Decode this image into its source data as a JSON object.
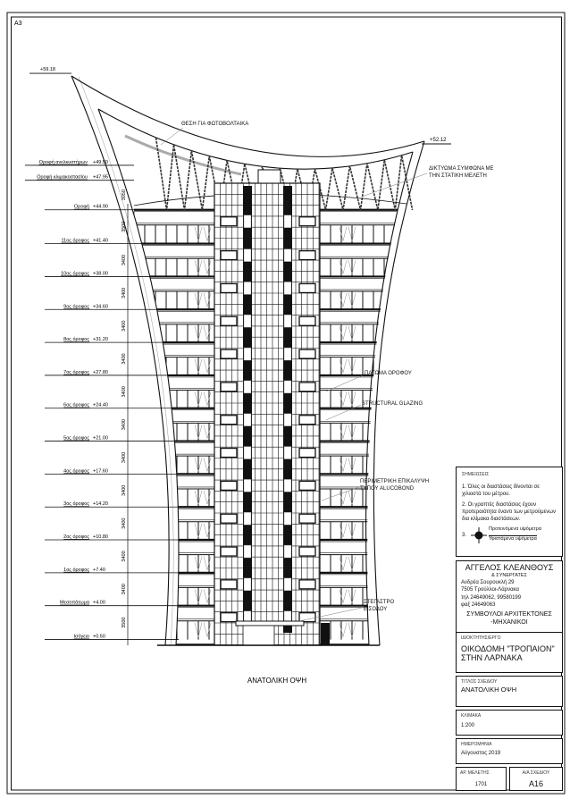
{
  "sheet": {
    "size": "A3"
  },
  "levels": [
    {
      "name": "",
      "value": "+59.18"
    },
    {
      "name": "Οροφή ανελκυστήρων",
      "value": "+49.50"
    },
    {
      "name": "Οροφή κλιμακοστασίου",
      "value": "+47.95"
    },
    {
      "name": "Οροφή",
      "value": "+44.90",
      "dim": "3050"
    },
    {
      "name": "11ος όροφος",
      "value": "+41.40",
      "dim": "3500"
    },
    {
      "name": "10ος όροφος",
      "value": "+38.00",
      "dim": "3400"
    },
    {
      "name": "9ος όροφος",
      "value": "+34.60",
      "dim": "3400"
    },
    {
      "name": "8ος όροφος",
      "value": "+31.20",
      "dim": "3400"
    },
    {
      "name": "7ος όροφος",
      "value": "+27.80",
      "dim": "3400"
    },
    {
      "name": "6ος όροφος",
      "value": "+24.40",
      "dim": "3400"
    },
    {
      "name": "5ος όροφος",
      "value": "+21.00",
      "dim": "3400"
    },
    {
      "name": "4ος όροφος",
      "value": "+17.60",
      "dim": "3400"
    },
    {
      "name": "3ος όροφος",
      "value": "+14.20",
      "dim": "3400"
    },
    {
      "name": "2ος όροφος",
      "value": "+10.80",
      "dim": "3400"
    },
    {
      "name": "1ος όροφος",
      "value": "+7.40",
      "dim": "3400"
    },
    {
      "name": "Μεσοπάτωμα",
      "value": "+4.00",
      "dim": "3400"
    },
    {
      "name": "Ισόγειο",
      "value": "+0.50",
      "dim": "3500"
    }
  ],
  "right_level": "+52.12",
  "annotations": {
    "photovoltaics": "ΘΕΣΗ ΓΙΑ ΦΩΤΟΒΟΛΤΑΙΚΑ",
    "truss_1": "ΔΙΚΤΥΩΜΑ ΣΥΜΦΩΝΑ ΜΕ",
    "truss_2": "ΤΗΝ ΣΤΑΤΙΚΗ ΜΕΛΕΤΗ",
    "roof_slab": "ΠΑΤΩΜΑ ΟΡΟΦΟΥ",
    "glazing": "STRUCTURAL GLAZING",
    "cladding_1": "ΠΕΡΙΜΕΤΡΙΚΗ ΕΠΙΚΑΛΥΨΗ",
    "cladding_2": "ΤΥΠΟΥ ALUCOBOND",
    "canopy_1": "ΣΤΕΓΑΣΤΡΟ",
    "canopy_2": "ΕΙΣΟΔΟΥ"
  },
  "drawing_title": "ΑΝΑΤΟΛΙΚΗ ΟΨΗ",
  "title_block": {
    "notes_title": "ΣΗΜΕΙΩΣΕΙΣ",
    "note_1": "1. Όλες οι διαστάσεις δίνονται σε χιλιοστά του μέτρου.",
    "note_2": "2. Οι γραπτές διαστάσεις έχουν προτεραιότητα έναντι των μετρούμενων δια κλίμακα διαστάσεων.",
    "note_3_num": "3.",
    "note_3_proposed": "Προτεινόμενα υψόμετρα",
    "note_3_existing": "Υφιστάμενα υψόμετρα",
    "firm_name": "ΑΓΓΕΛΟΣ ΚΛΕΑΝΘΟΥΣ",
    "firm_sub": "& ΣΥΝΕΡΓΑΤΕΣ",
    "address_1": "Ανδρέα Σουρουκλή 29",
    "address_2": "7505 Τρούλλοι-Λάρνακα",
    "phone": "τηλ 24649062, 99580199",
    "fax": "φαξ 24649063",
    "firm_role_1": "ΣΥΜΒΟΥΛΟΙ ΑΡΧΙΤΕΚΤΟΝΕΣ",
    "firm_role_2": "-ΜΗΧΑΝΙΚΟΙ",
    "owner_caption": "ΙΔΙΟΚΤΗΤΗΣ/ΕΡΓΟ",
    "project_1": "ΟΙΚΟΔΟΜΗ \"ΤΡΟΠΑΙΟΝ\"",
    "project_2": "ΣΤΗΝ ΛΑΡΝΑΚΑ",
    "title_caption": "ΤΙΤΛΟΣ ΣΧΕΔΙΟΥ",
    "title_value": "ΑΝΑΤΟΛΙΚΗ ΟΨΗ",
    "scale_caption": "ΚΛΙΜΑΚΑ",
    "scale_value": "1:200",
    "date_caption": "ΗΜΕΡΟΜΗΝΙΑ",
    "date_value": "Αύγουστος 2019",
    "study_caption": "ΑΡ. ΜΕΛΕΤΗΣ",
    "study_value": "1701",
    "sheet_caption": "Α/Α ΣΧΕΔΙΟΥ",
    "sheet_value": "A16"
  }
}
